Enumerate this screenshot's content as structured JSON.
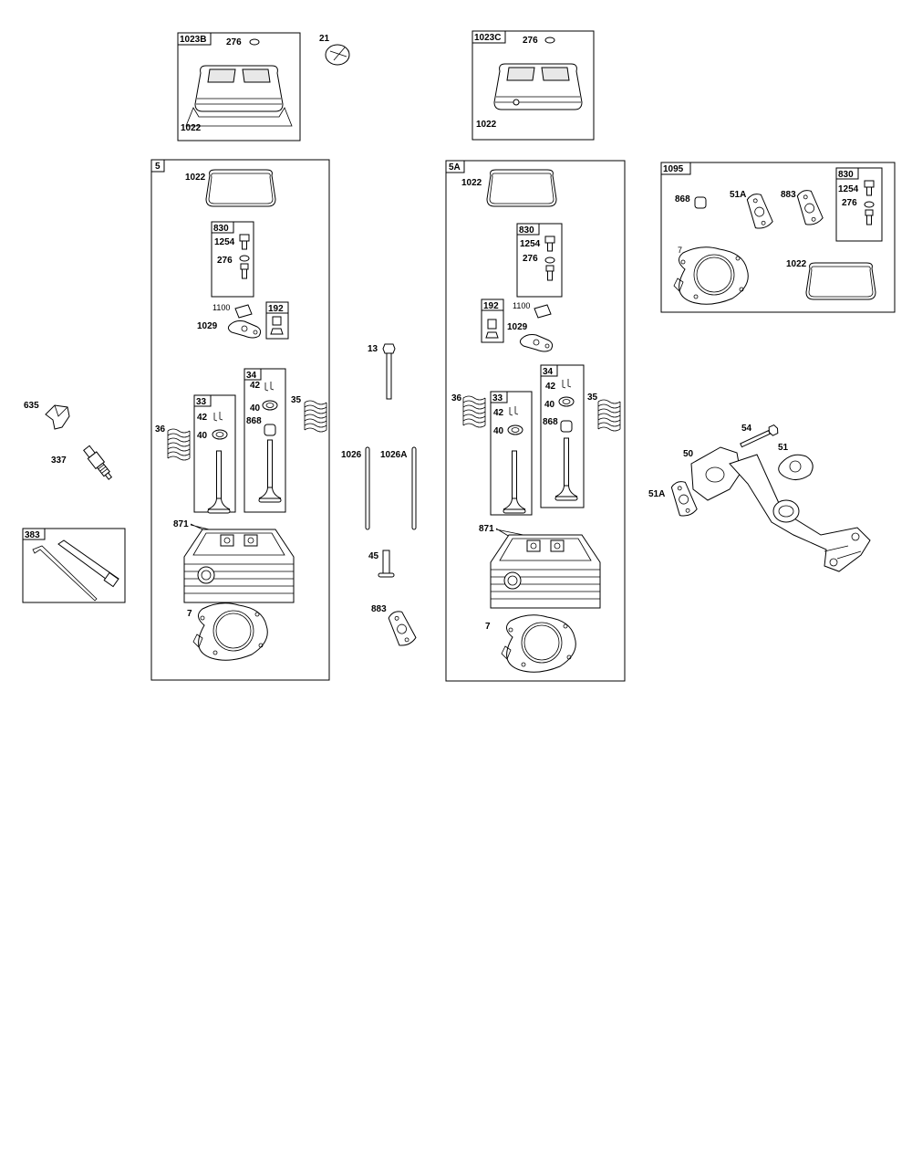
{
  "labels": {
    "k1023B": "1023B",
    "k276a": "276",
    "k1022a": "1022",
    "k21": "21",
    "k1023C": "1023C",
    "k276b": "276",
    "k1022b": "1022",
    "k5": "5",
    "k1022c": "1022",
    "k830a": "830",
    "k1254a": "1254",
    "k276c": "276",
    "k1100a": "1100",
    "k192a": "192",
    "k1029a": "1029",
    "k34a": "34",
    "k33a": "33",
    "k42a": "42",
    "k40a": "40",
    "k42b": "42",
    "k40b": "40",
    "k868a": "868",
    "k35a": "35",
    "k36a": "36",
    "k871a": "871",
    "k7a": "7",
    "k5A": "5A",
    "k1022d": "1022",
    "k830b": "830",
    "k1254b": "1254",
    "k276d": "276",
    "k192b": "192",
    "k1100b": "1100",
    "k1029b": "1029",
    "k34b": "34",
    "k33b": "33",
    "k42c": "42",
    "k40c": "40",
    "k42d": "42",
    "k40d": "40",
    "k868b": "868",
    "k35b": "35",
    "k36b": "36",
    "k871b": "871",
    "k7b": "7",
    "k13": "13",
    "k1026": "1026",
    "k1026A": "1026A",
    "k45": "45",
    "k883a": "883",
    "k635": "635",
    "k337": "337",
    "k383": "383",
    "k1095": "1095",
    "k868c": "868",
    "k51Aa": "51A",
    "k883b": "883",
    "k830c": "830",
    "k1254c": "1254",
    "k276e": "276",
    "k7c": "7",
    "k1022e": "1022",
    "k54": "54",
    "k50": "50",
    "k51": "51",
    "k51Ab": "51A"
  }
}
